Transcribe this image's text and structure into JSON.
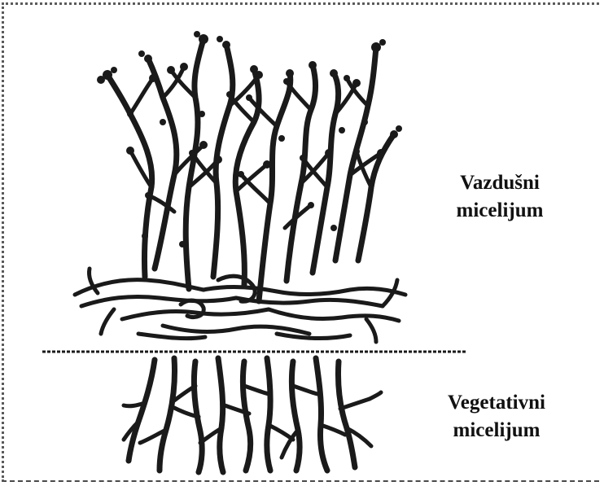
{
  "labels": {
    "aerial_line1": "Vazdušni",
    "aerial_line2": "micelijum",
    "vegetative_line1": "Vegetativni",
    "vegetative_line2": "micelijum"
  },
  "colors": {
    "ink": "#1a1a1a",
    "border": "#5a5a5a",
    "background": "#ffffff"
  }
}
